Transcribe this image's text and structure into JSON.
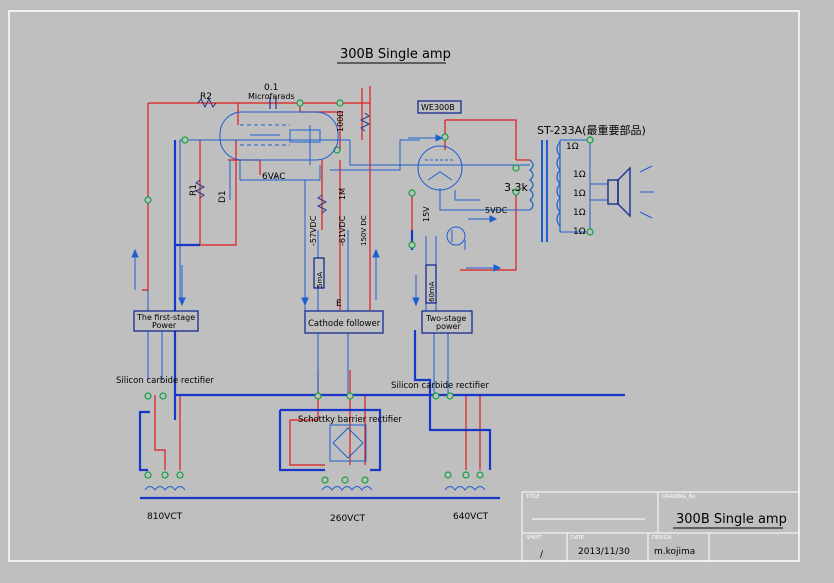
{
  "title": "300B Single amp",
  "components": {
    "r2": "R2",
    "cap_value": "0.1",
    "cap_unit": "Microfarads",
    "r_100": "100Ω",
    "heater": "6VAC",
    "r1": "R1",
    "d1": "D1",
    "tube": "WE300B",
    "transformer": "ST-233A(最重要部品)",
    "impedance": "3.3k",
    "taps": [
      "1Ω",
      "1Ω",
      "1Ω",
      "1Ω",
      "1Ω"
    ],
    "v_5vdc": "5VDC",
    "v_15v": "15V",
    "v_57": "-57VDC",
    "v_61": "-61VDC",
    "v_150": "150V DC",
    "r_1m": "1M",
    "ma_5": "5mA",
    "ma_60": "60mA",
    "node_e": "E"
  },
  "blocks": {
    "first_stage": [
      "The first-stage",
      "Power"
    ],
    "cathode": "Cathode follower",
    "two_stage": [
      "Two-stage",
      "power"
    ]
  },
  "labels": {
    "sic_left": "Silicon carbide rectifier",
    "sic_right": "Silicon carbide rectifier",
    "schottky": "Schottky barrier rectifier",
    "tr_810": "810VCT",
    "tr_260": "260VCT",
    "tr_640": "640VCT"
  },
  "titleblock": {
    "title_header": "TITLE",
    "drawing_header": "DRAWING_No.",
    "sheet_header": "SHEET",
    "date_header": "DATE",
    "design_header": "DESIGN",
    "title": "300B Single amp",
    "sheet": "/",
    "date": "2013/11/30",
    "design": "m.kojima"
  }
}
